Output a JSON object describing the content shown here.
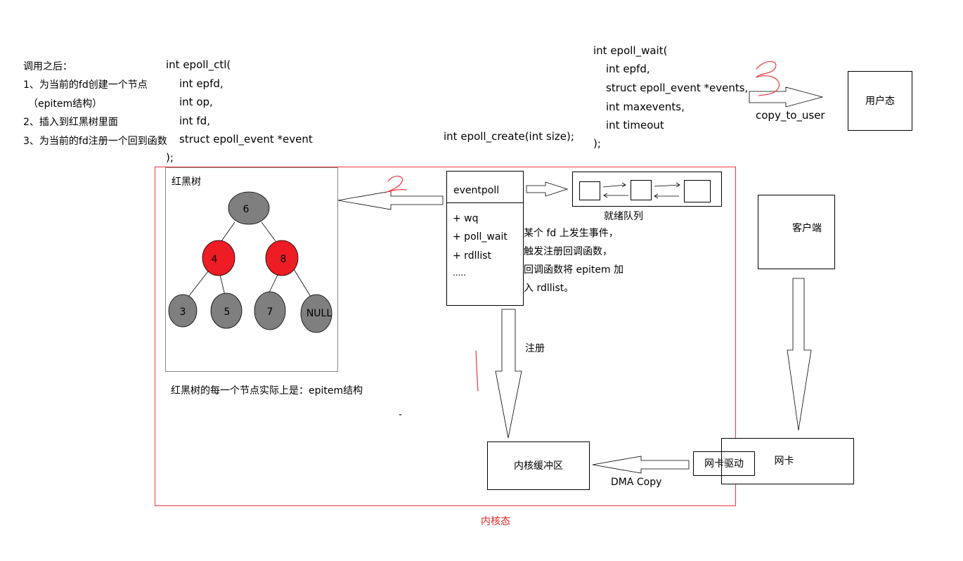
{
  "left_notes": {
    "title": "调用之后：",
    "items": [
      "1、为当前的fd创建一个节点",
      "（epitem结构）",
      "2、插入到红黑树里面",
      "3、为当前的fd注册一个回到函数"
    ]
  },
  "epoll_ctl": {
    "lines": [
      "int epoll_ctl(",
      "int  epfd,",
      "int  op,",
      "int  fd,",
      "struct epoll_event  *event",
      ");"
    ]
  },
  "epoll_create": {
    "text": "int epoll_create(int size);"
  },
  "epoll_wait": {
    "lines": [
      "int epoll_wait(",
      "int  epfd,",
      "struct epoll_event  *events,",
      "int  maxevents,",
      "int  timeout",
      ");"
    ]
  },
  "copy_to_user": "copy_to_user",
  "user_space": "用户态",
  "rb_tree": {
    "title": "红黑树",
    "caption": "红黑树的每一个节点实际上是：epitem结构",
    "nodes": [
      {
        "label": "6",
        "color": "gray"
      },
      {
        "label": "4",
        "color": "red"
      },
      {
        "label": "8",
        "color": "red"
      },
      {
        "label": "3",
        "color": "gray"
      },
      {
        "label": "5",
        "color": "gray"
      },
      {
        "label": "7",
        "color": "gray"
      },
      {
        "label": "NULL",
        "color": "gray"
      }
    ]
  },
  "eventpoll": {
    "title": "eventpoll",
    "fields": [
      "+ wq",
      "+ poll_wait",
      "+ rdllist",
      "....."
    ]
  },
  "ready_queue_label": "就绪队列",
  "event_note": [
    "某个 fd 上发生事件，",
    "触发注册回调函数，",
    "回调函数将 epitem 加",
    "入 rdllist。"
  ],
  "register_label": "注册",
  "client": "客户端",
  "kernel_buffer": "内核缓冲区",
  "nic_driver": "网卡驱动",
  "nic": "网卡",
  "dma_copy": "DMA Copy",
  "kernel_space": "内核态",
  "dash_mark": "-",
  "colors": {
    "kernel_border": "#e8393c",
    "kernel_label": "#e0252a",
    "node_red": "#ee1c24",
    "node_gray": "#7f7f7f",
    "annotation_red": "#e8393c"
  }
}
